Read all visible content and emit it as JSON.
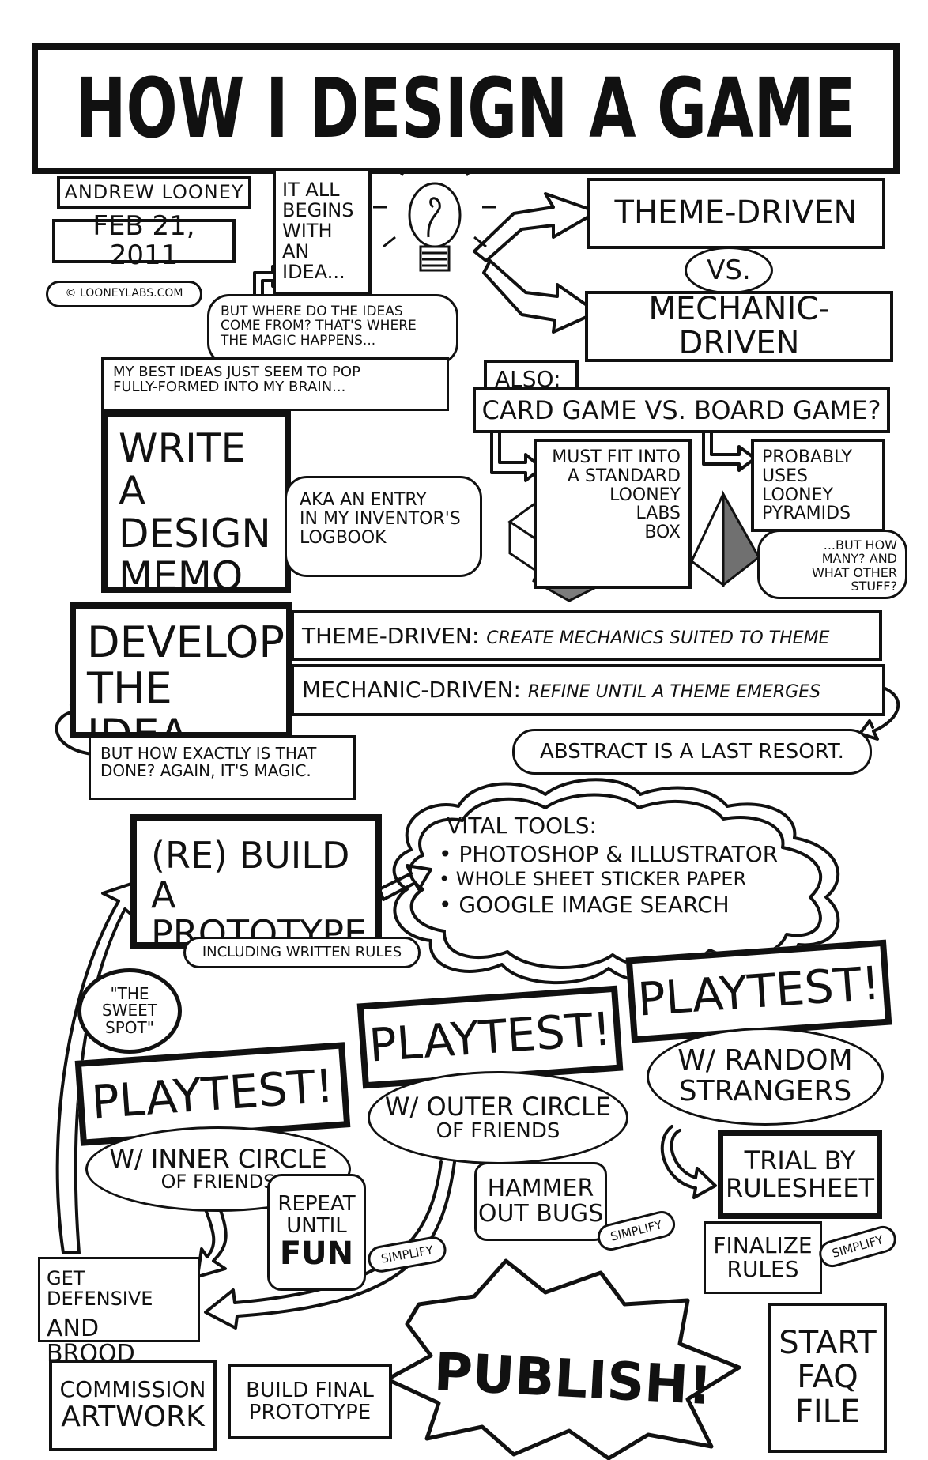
{
  "title": "HOW I DESIGN A GAME",
  "author": "ANDREW LOONEY",
  "date": "FEB 21, 2011",
  "credit": "© LOONEYLABS.COM",
  "idea": {
    "begins": [
      "IT ALL",
      "BEGINS",
      "WITH AN",
      "IDEA..."
    ],
    "where": [
      "BUT WHERE DO THE IDEAS",
      "COME FROM? THAT'S WHERE",
      "THE MAGIC HAPPENS..."
    ],
    "best": [
      "MY BEST IDEAS JUST SEEM TO POP",
      "FULLY-FORMED INTO MY BRAIN..."
    ]
  },
  "drivers": {
    "theme": "THEME-DRIVEN",
    "vs": "VS.",
    "mechanic": "MECHANIC-DRIVEN"
  },
  "also": {
    "label": "ALSO:",
    "question": "CARD GAME VS. BOARD GAME?",
    "card": [
      "MUST FIT INTO",
      "A STANDARD",
      "LOONEY",
      "LABS",
      "BOX"
    ],
    "board": [
      "PROBABLY",
      "USES LOONEY",
      "PYRAMIDS"
    ],
    "board_note": [
      "...BUT HOW",
      "MANY? AND",
      "WHAT OTHER STUFF?"
    ]
  },
  "memo": {
    "title": [
      "WRITE A",
      "DESIGN",
      "MEMO"
    ],
    "aka": [
      "AKA AN ENTRY",
      "IN MY INVENTOR'S",
      "LOGBOOK"
    ]
  },
  "develop": {
    "title": [
      "DEVELOP",
      "THE IDEA"
    ],
    "theme_label": "THEME-DRIVEN:",
    "theme_text": "CREATE MECHANICS SUITED TO THEME",
    "mech_label": "MECHANIC-DRIVEN:",
    "mech_text": "REFINE UNTIL A THEME EMERGES",
    "how": [
      "BUT HOW EXACTLY IS THAT",
      "DONE? AGAIN, IT'S MAGIC."
    ],
    "abstract": "ABSTRACT IS A LAST RESORT."
  },
  "prototype": {
    "title": [
      "(RE) BUILD A",
      "PROTOTYPE"
    ],
    "note": "INCLUDING WRITTEN RULES",
    "tools_title": "VITAL TOOLS:",
    "tools": [
      "PHOTOSHOP & ILLUSTRATOR",
      "WHOLE SHEET STICKER PAPER",
      "GOOGLE IMAGE SEARCH"
    ]
  },
  "sweet_spot": [
    "\"THE",
    "SWEET",
    "SPOT\""
  ],
  "playtests": {
    "label": "PLAYTEST!",
    "inner": [
      "W/ INNER CIRCLE",
      "OF FRIENDS"
    ],
    "outer": [
      "W/ OUTER CIRCLE",
      "OF FRIENDS"
    ],
    "random": [
      "W/ RANDOM",
      "STRANGERS"
    ],
    "repeat": [
      "REPEAT",
      "UNTIL",
      "FUN"
    ],
    "hammer": [
      "HAMMER",
      "OUT BUGS"
    ],
    "trial": [
      "TRIAL BY",
      "RULESHEET"
    ],
    "finalize": [
      "FINALIZE",
      "RULES"
    ],
    "simplify": "SIMPLIFY"
  },
  "defensive": [
    "GET DEFENSIVE",
    "AND BROOD"
  ],
  "final": {
    "commission": [
      "COMMISSION",
      "ARTWORK"
    ],
    "build": [
      "BUILD FINAL",
      "PROTOTYPE"
    ],
    "publish": "PUBLISH!",
    "faq": [
      "START",
      "FAQ",
      "FILE"
    ]
  }
}
